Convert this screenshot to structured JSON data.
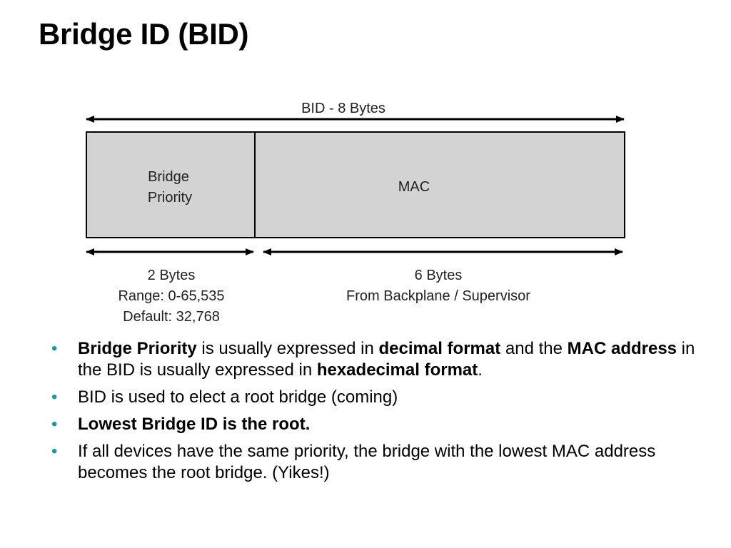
{
  "slide": {
    "title": "Bridge ID (BID)"
  },
  "diagram": {
    "total_label": "BID - 8 Bytes",
    "field_priority": [
      "Bridge",
      "Priority"
    ],
    "field_mac": "MAC",
    "priority_info": [
      "2 Bytes",
      "Range: 0-65,535",
      "Default: 32,768"
    ],
    "mac_info": [
      "6 Bytes",
      "From Backplane / Supervisor"
    ],
    "colors": {
      "box_fill": "#d3d3d3",
      "line": "#000000"
    }
  },
  "bullets": {
    "bullet_color": "#1a9aa0",
    "items": [
      {
        "segments": [
          {
            "text": "Bridge Priority",
            "bold": true
          },
          {
            "text": " is usually expressed in ",
            "bold": false
          },
          {
            "text": "decimal format",
            "bold": true
          },
          {
            "text": " and the ",
            "bold": false
          },
          {
            "text": "MAC address",
            "bold": true
          },
          {
            "text": " in the BID is usually expressed in ",
            "bold": false
          },
          {
            "text": "hexadecimal format",
            "bold": true
          },
          {
            "text": ".",
            "bold": false
          }
        ]
      },
      {
        "segments": [
          {
            "text": "BID is used to elect a root bridge (coming)",
            "bold": false
          }
        ]
      },
      {
        "segments": [
          {
            "text": "Lowest Bridge ID is the root.",
            "bold": true
          }
        ]
      },
      {
        "segments": [
          {
            "text": "If all devices have the same priority, the bridge with the lowest MAC address becomes the root bridge. (Yikes!)",
            "bold": false
          }
        ]
      }
    ]
  }
}
